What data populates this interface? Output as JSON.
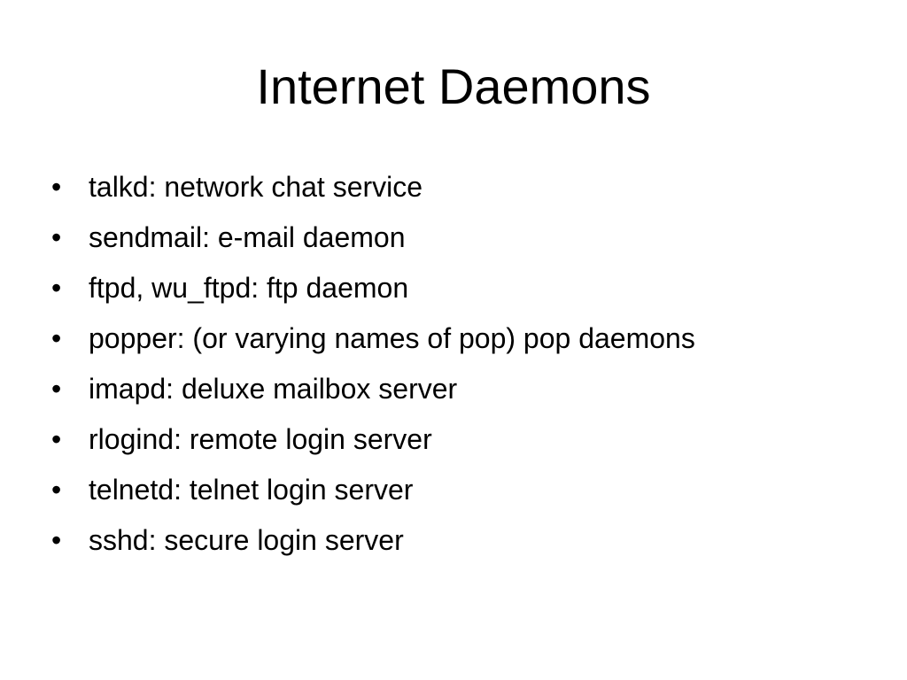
{
  "slide": {
    "title": "Internet Daemons",
    "bullet_symbol": "•",
    "items": [
      "talkd: network chat service",
      "sendmail: e-mail daemon",
      "ftpd, wu_ftpd: ftp daemon",
      "popper: (or varying names of pop) pop daemons",
      "imapd: deluxe mailbox server",
      "rlogind: remote login server",
      "telnetd: telnet login server",
      "sshd: secure login server"
    ]
  }
}
